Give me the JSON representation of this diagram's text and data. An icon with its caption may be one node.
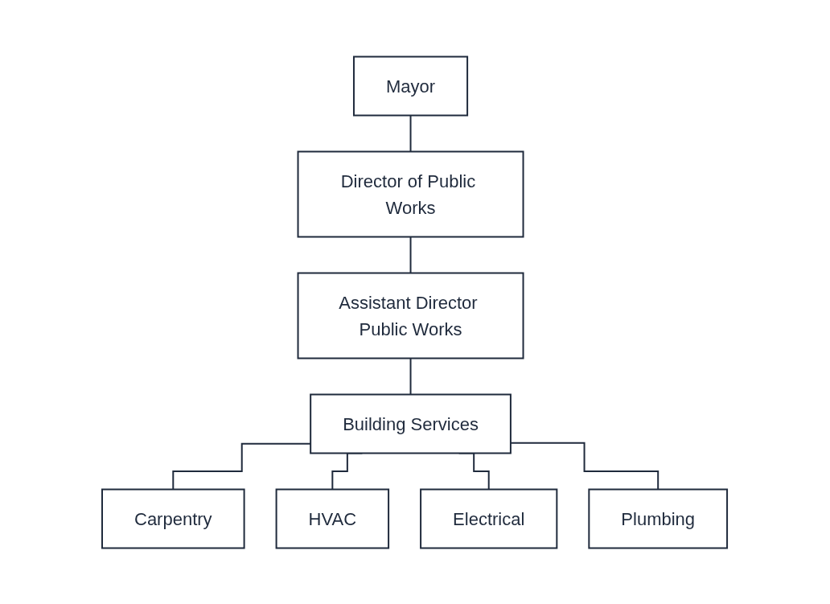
{
  "diagram": {
    "nodes": [
      {
        "text": [
          "Mayor"
        ]
      },
      {
        "text": [
          "Director of Public Works"
        ]
      },
      {
        "text": [
          "Assistant Director Public Works"
        ]
      },
      {
        "text": [
          "Building Services"
        ]
      },
      {
        "text": [
          "Carpentry"
        ]
      },
      {
        "text": [
          "HVAC"
        ]
      },
      {
        "text": [
          "Electrical"
        ]
      },
      {
        "text": [
          "Plumbing"
        ]
      }
    ],
    "edges": [
      {
        "from": 0,
        "to": 1,
        "arrow": "none"
      },
      {
        "from": 1,
        "to": 2,
        "arrow": "none"
      },
      {
        "from": 2,
        "to": 3,
        "arrow": "none"
      },
      {
        "from": 3,
        "to": 4,
        "arrow": "none"
      },
      {
        "from": 3,
        "to": 5,
        "arrow": "none"
      },
      {
        "from": 3,
        "to": 6,
        "arrow": "none"
      },
      {
        "from": 3,
        "to": 7,
        "arrow": "none"
      }
    ]
  }
}
